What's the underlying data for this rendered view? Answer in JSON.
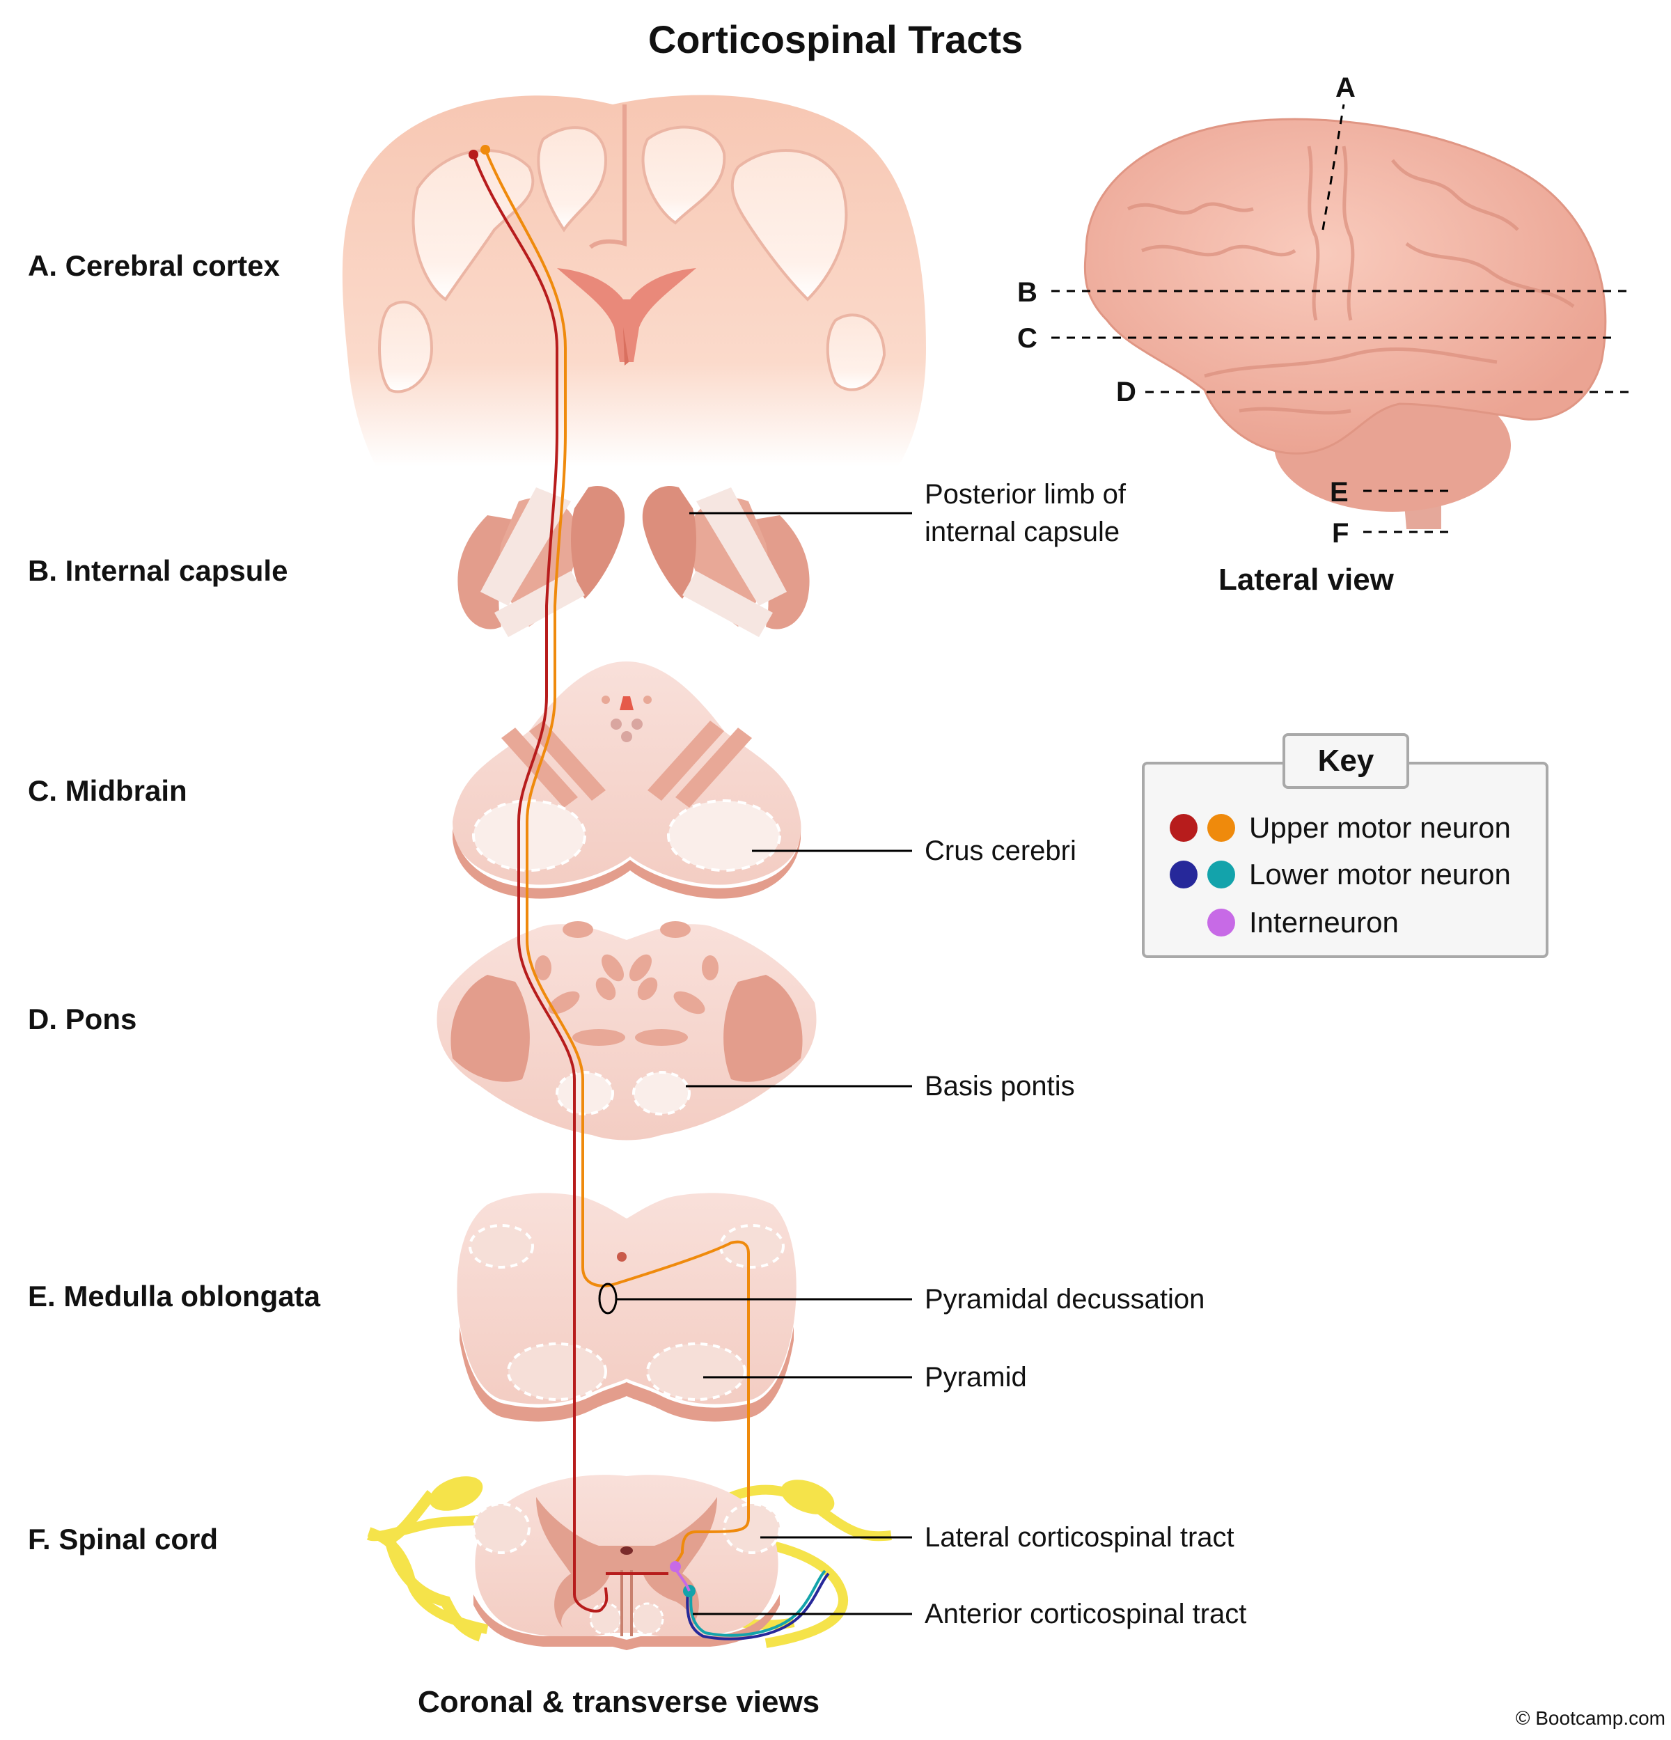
{
  "title": "Corticospinal Tracts",
  "levels": [
    {
      "label": "A. Cerebral cortex"
    },
    {
      "label": "B. Internal capsule"
    },
    {
      "label": "C. Midbrain"
    },
    {
      "label": "D. Pons"
    },
    {
      "label": "E. Medulla oblongata"
    },
    {
      "label": "F. Spinal cord"
    }
  ],
  "callouts": {
    "posterior_limb_line1": "Posterior limb of",
    "posterior_limb_line2": "internal capsule",
    "crus_cerebri": "Crus cerebri",
    "basis_pontis": "Basis pontis",
    "pyramidal_decussation": "Pyramidal decussation",
    "pyramid": "Pyramid",
    "lateral_tract": "Lateral corticospinal tract",
    "anterior_tract": "Anterior corticospinal tract"
  },
  "lateral_view": {
    "caption": "Lateral view",
    "markers": [
      "A",
      "B",
      "C",
      "D",
      "E",
      "F"
    ]
  },
  "coronal_caption": "Coronal & transverse views",
  "key": {
    "title": "Key",
    "items": [
      {
        "label": "Upper motor neuron",
        "colors": [
          "#b71c1c",
          "#ef8a0c"
        ]
      },
      {
        "label": "Lower motor neuron",
        "colors": [
          "#26289a",
          "#13a3ab"
        ]
      },
      {
        "label": "Interneuron",
        "colors": [
          "#c76ae6"
        ]
      }
    ]
  },
  "colors": {
    "upper_motor_red": "#b71c1c",
    "upper_motor_orange": "#ef8a0c",
    "lower_motor_blue": "#26289a",
    "lower_motor_teal": "#13a3ab",
    "interneuron": "#c76ae6",
    "tissue": "#f3c2b4",
    "tissue_dark": "#dc8e7c",
    "nerve_root": "#f5e34a"
  },
  "copyright": "© Bootcamp.com"
}
